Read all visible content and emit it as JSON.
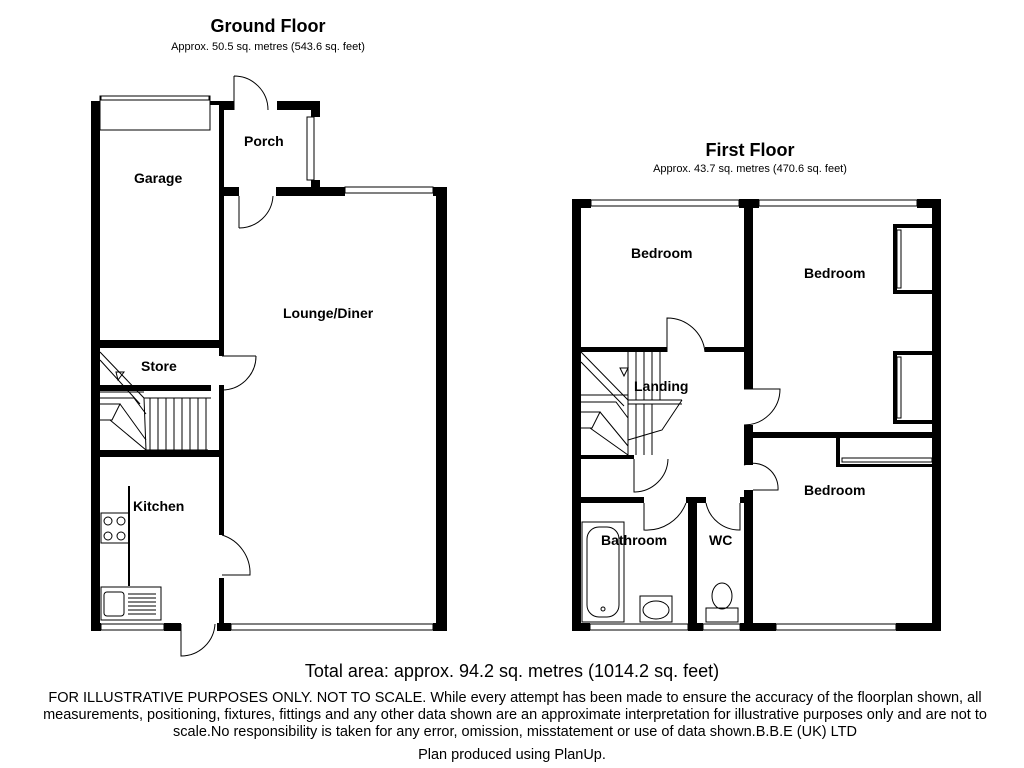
{
  "ground_floor": {
    "title": "Ground Floor",
    "area": "Approx. 50.5 sq. metres (543.6 sq. feet)",
    "rooms": {
      "garage": "Garage",
      "porch": "Porch",
      "lounge": "Lounge/Diner",
      "store": "Store",
      "kitchen": "Kitchen"
    }
  },
  "first_floor": {
    "title": "First Floor",
    "area": "Approx. 43.7 sq. metres (470.6 sq. feet)",
    "rooms": {
      "bedroom1": "Bedroom",
      "bedroom2": "Bedroom",
      "bedroom3": "Bedroom",
      "landing": "Landing",
      "bathroom": "Bathroom",
      "wc": "WC"
    }
  },
  "total": "Total area: approx. 94.2 sq. metres (1014.2 sq. feet)",
  "disclaimer": "FOR ILLUSTRATIVE PURPOSES ONLY. NOT TO SCALE. While every attempt has been made to ensure the accuracy of the floorplan shown, all measurements, positioning, fixtures, fittings and any other data shown are an approximate interpretation for illustrative purposes only and are not to scale.No responsibility is taken for any error, omission, misstatement or use of data shown.B.B.E (UK) LTD",
  "credit": "Plan produced using PlanUp."
}
